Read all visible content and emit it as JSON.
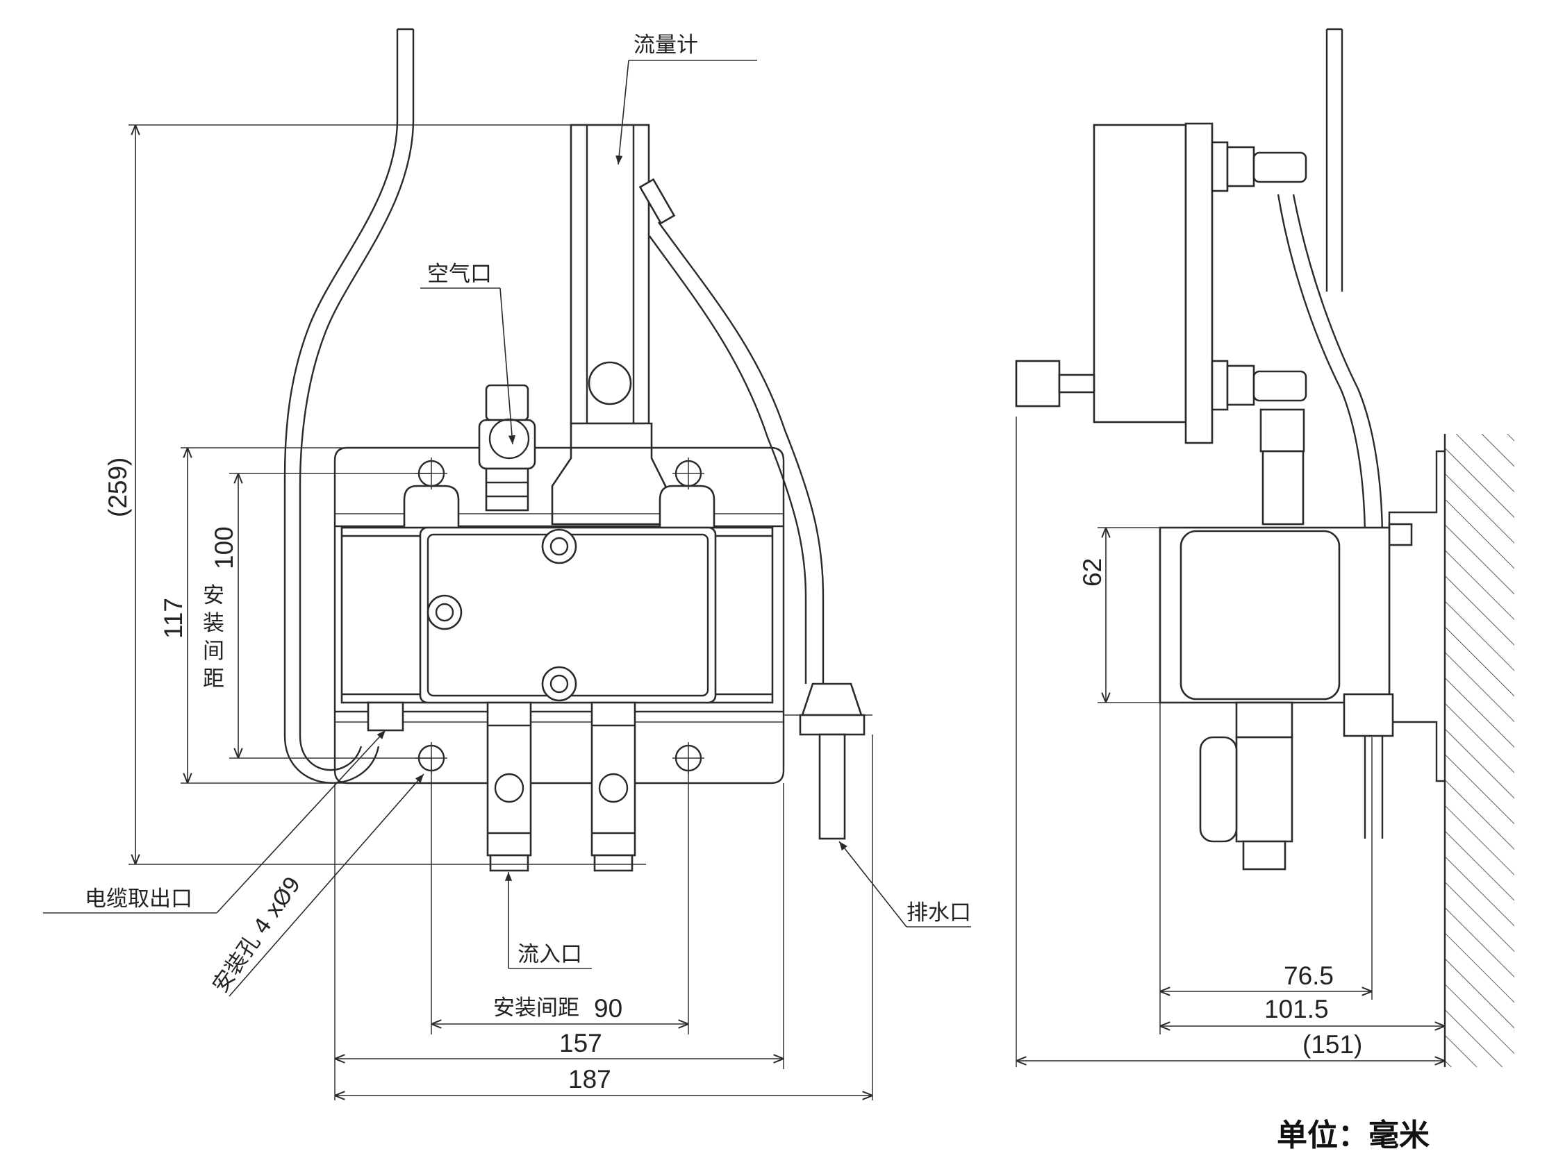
{
  "labels": {
    "flowmeter": "流量计",
    "air_port": "空气口",
    "cable_outlet": "电缆取出口",
    "mount_holes": "安装孔 4 xØ9",
    "inlet": "流入口",
    "drain": "排水口",
    "mount_pitch": "安装间距",
    "mount_pitch_v1": "安",
    "mount_pitch_v2": "装",
    "mount_pitch_v3": "间",
    "mount_pitch_v4": "距"
  },
  "dimensions": {
    "overall_height": "(259)",
    "height_117": "117",
    "height_100": "100",
    "pitch_90": "90",
    "width_157": "157",
    "width_187": "187",
    "side_height_62": "62",
    "depth_76_5": "76.5",
    "depth_101_5": "101.5",
    "depth_151": "(151)"
  },
  "unit_note": "单位：毫米"
}
